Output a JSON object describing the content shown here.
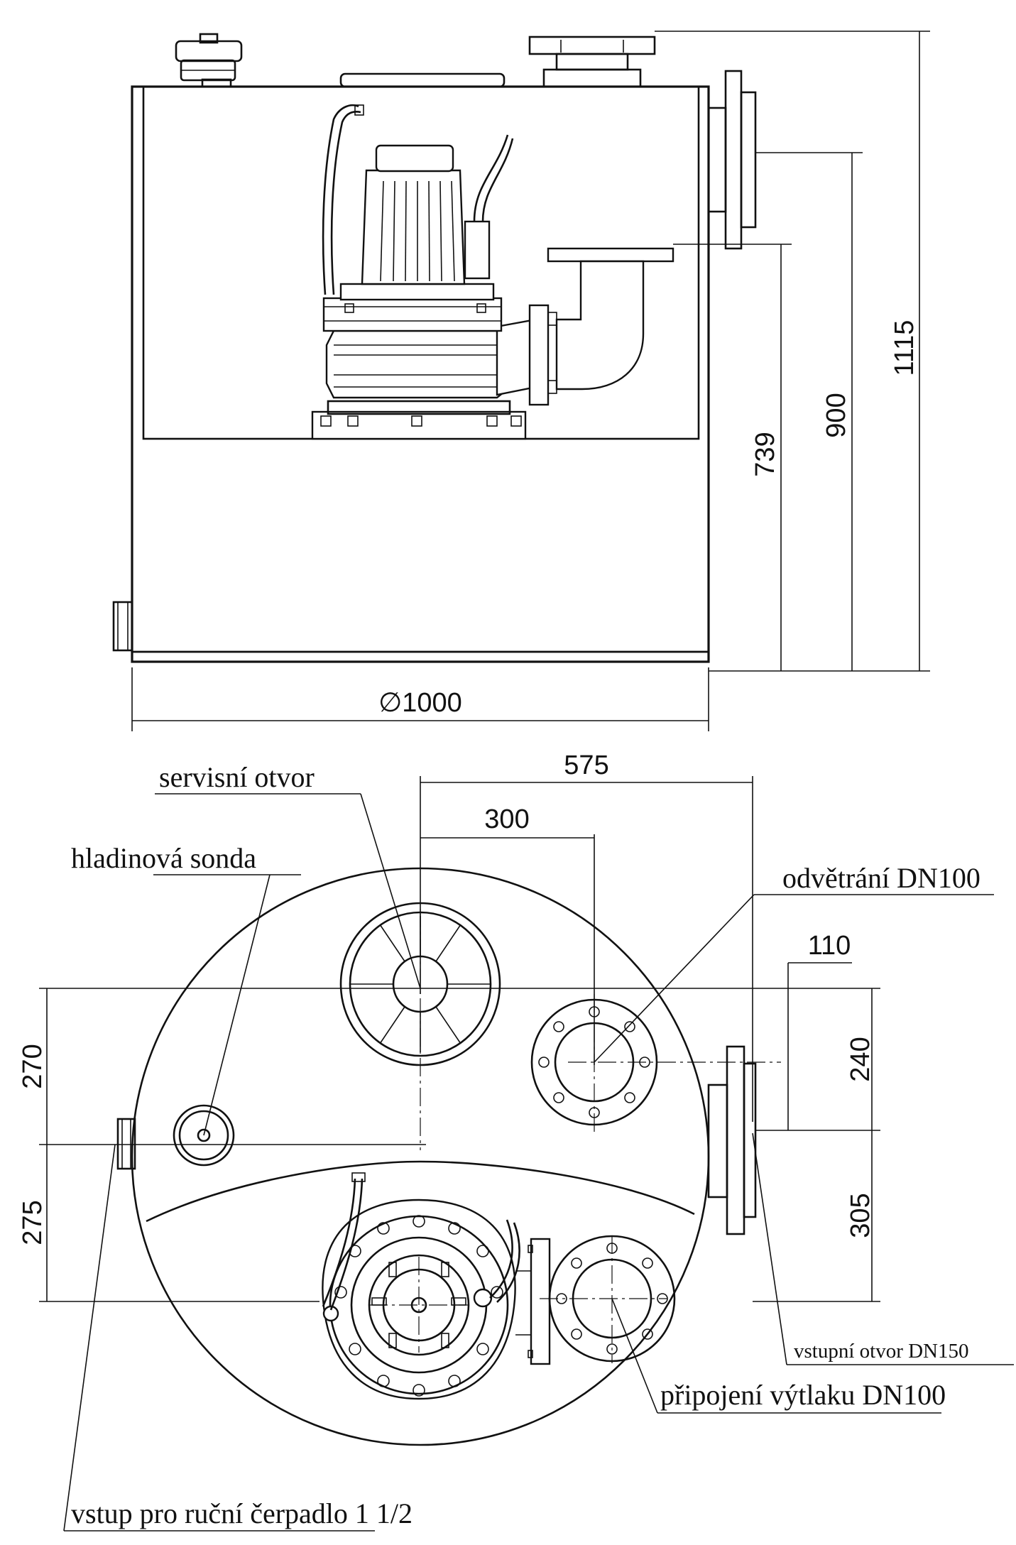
{
  "dimensions": {
    "diameter": "∅1000",
    "height_total": "1115",
    "height_vent": "900",
    "height_discharge": "739",
    "offset_575": "575",
    "offset_300": "300",
    "offset_110": "110",
    "offset_240": "240",
    "offset_305": "305",
    "offset_270": "270",
    "offset_275": "275"
  },
  "labels": {
    "service_opening": "servisní otvor",
    "level_probe": "hladinová sonda",
    "vent": "odvětrání DN100",
    "inlet": "vstupní otvor DN150",
    "discharge": "připojení výtlaku DN100",
    "hand_pump_inlet": "vstup pro ruční čerpadlo 1 1/2"
  }
}
